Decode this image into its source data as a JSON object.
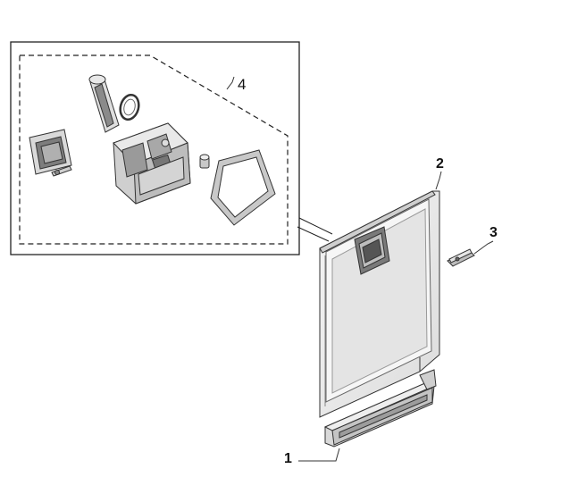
{
  "callouts": {
    "part_1": "1",
    "part_2": "2",
    "part_3": "3",
    "part_4": "4"
  },
  "colors": {
    "line": "#222222",
    "part_fill": "#e6e6e6",
    "part_shade": "#bdbdbd"
  }
}
